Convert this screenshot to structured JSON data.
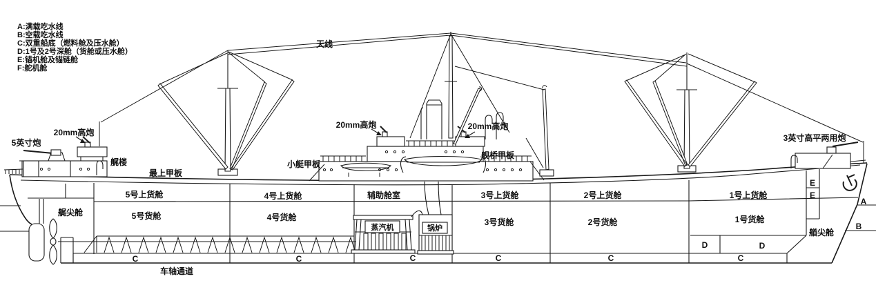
{
  "legend": {
    "items": [
      {
        "text": "A:满载吃水线"
      },
      {
        "text": "B:空载吃水线"
      },
      {
        "text": "C:双重船底（燃料舱及压水舱）"
      },
      {
        "text": "D:1号及2号深舱（货舱或压水舱）"
      },
      {
        "text": "E:锚机舱及锚链舱"
      },
      {
        "text": "F:舵机舱"
      }
    ]
  },
  "callouts": {
    "antenna": "天线",
    "five_inch_gun": "5英寸炮",
    "aa_gun_stern": "20mm高炮",
    "aa_gun_port": "20mm高炮",
    "aa_gun_starboard": "20mm高炮",
    "three_inch_gun": "3英寸高平两用炮",
    "poop": "艉楼",
    "upper_deck": "最上甲板",
    "boat_deck": "小艇甲板",
    "bridge_deck": "舰桥甲板",
    "shaft_tunnel": "车轴通道"
  },
  "compartments": {
    "aft_peak": "艉尖舱",
    "hold5_upper": "5号上货舱",
    "hold5_lower": "5号货舱",
    "hold4_upper": "4号上货舱",
    "hold4_lower": "4号货舱",
    "auxiliary": "辅助舱室",
    "steam_engine": "蒸汽机",
    "boiler": "锅炉",
    "hold3_upper": "3号上货舱",
    "hold3_lower": "3号货舱",
    "hold2_upper": "2号上货舱",
    "hold2_lower": "2号货舱",
    "hold1_upper": "1号上货舱",
    "hold1_lower": "1号货舱",
    "fore_peak": "艏尖舱"
  },
  "markers": {
    "double_bottom": "C",
    "deep_tank": "D",
    "windlass": "E",
    "load_line": "A",
    "light_line": "B"
  }
}
